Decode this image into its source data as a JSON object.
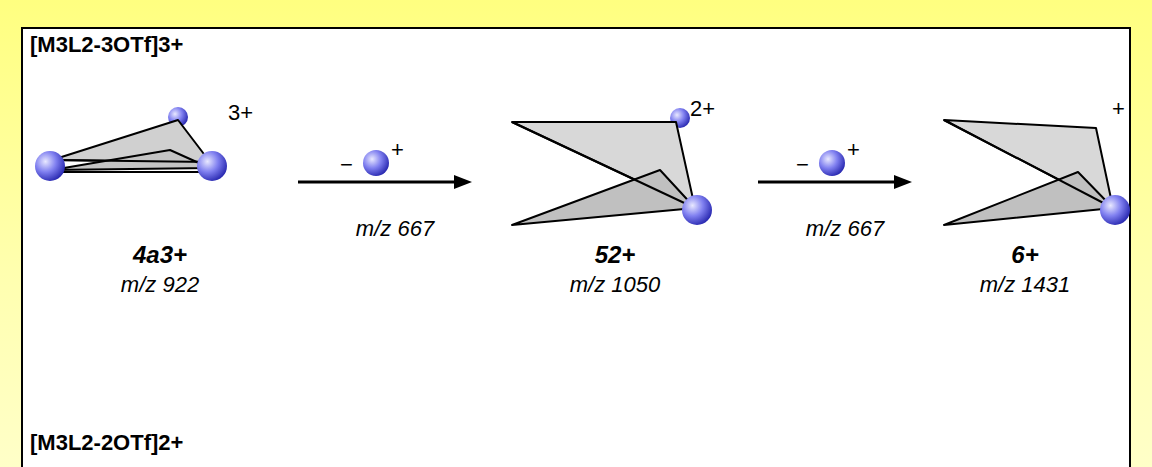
{
  "diagram": {
    "nodes": [
      {
        "text": [
          "4a3+",
          "m/z 922"
        ]
      },
      {
        "text": [
          "52+",
          "m/z 1050"
        ]
      },
      {
        "text": [
          "6+",
          "m/z 1431"
        ]
      }
    ],
    "edges": [
      {
        "from": 0,
        "to": 1,
        "arrow": "to",
        "label": "m/z 667"
      },
      {
        "from": 1,
        "to": 2,
        "arrow": "to",
        "label": "m/z 667"
      }
    ],
    "labels": [
      "[M3L2-3OTf]3+",
      "3+",
      "−",
      "+",
      "2+",
      "−",
      "+",
      "+",
      "[M3L2-2OTf]2+"
    ]
  }
}
